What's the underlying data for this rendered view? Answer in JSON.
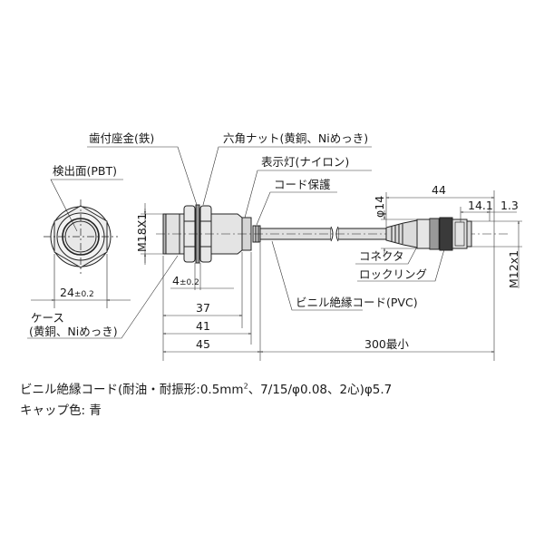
{
  "drawing": {
    "type": "dimension-drawing",
    "subject": "proximity sensor with M12 connector cable",
    "units": "mm",
    "part_labels": {
      "toothed_washer": "歯付座金(鉄)",
      "hex_nut": "六角ナット(黄銅、Niめっき)",
      "indicator": "表示灯(ナイロン)",
      "cord_protector": "コード保護",
      "sensing_face": "検出面(PBT)",
      "case_line1": "ケース",
      "case_line2": "(黄銅、Niめっき)",
      "connector": "コネクタ",
      "locking_ring": "ロックリング",
      "cable": "ビニル絶縁コード(PVC)"
    },
    "dimensions": {
      "thread": "M18X1",
      "across_flats": "24",
      "across_flats_tol": "±0.2",
      "nut_thickness": "4",
      "nut_thickness_tol": "±0.2",
      "len_37": "37",
      "len_41": "41",
      "len_45": "45",
      "cable_length": "300最小",
      "connector_length": "44",
      "connector_dia": "φ14",
      "lock_len": "14.1",
      "tip_len": "1.3",
      "connector_thread": "M12x1"
    }
  },
  "notes": {
    "cable_spec": "ビニル絶縁コード(耐油・耐振形:0.5mm",
    "cable_spec_sup": "2",
    "cable_spec_rest": "、7/15/φ0.08、2心)φ5.7",
    "cap_color": "キャップ色: 青"
  }
}
